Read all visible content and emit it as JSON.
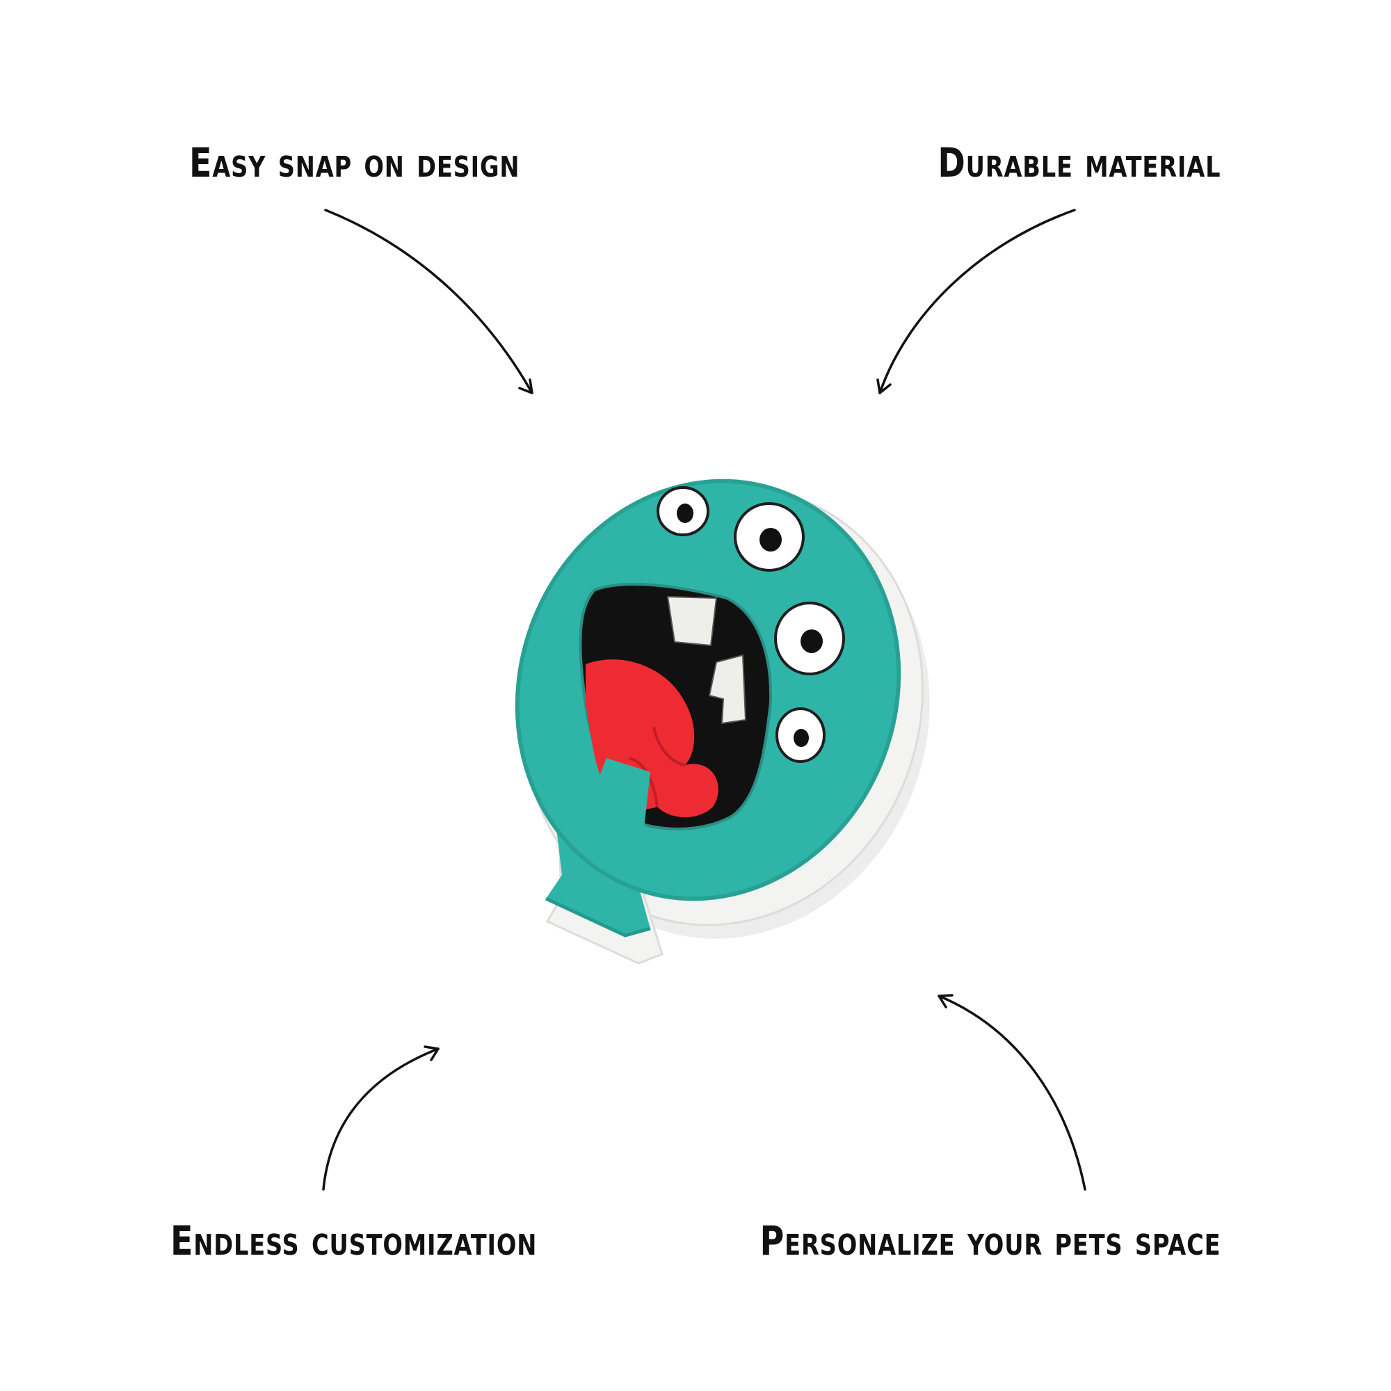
{
  "features": {
    "top_left": "Easy snap on design",
    "top_right": "Durable material",
    "bottom_left": "Endless customization",
    "bottom_right": "Personalize your pets space"
  },
  "product": {
    "icon": "letter-q-monster-charm",
    "colors": {
      "body": "#2fb5a8",
      "base": "#f3f3f1",
      "mouth": "#111111",
      "tongue": "#ee2b33",
      "teeth": "#eeeeea"
    }
  }
}
